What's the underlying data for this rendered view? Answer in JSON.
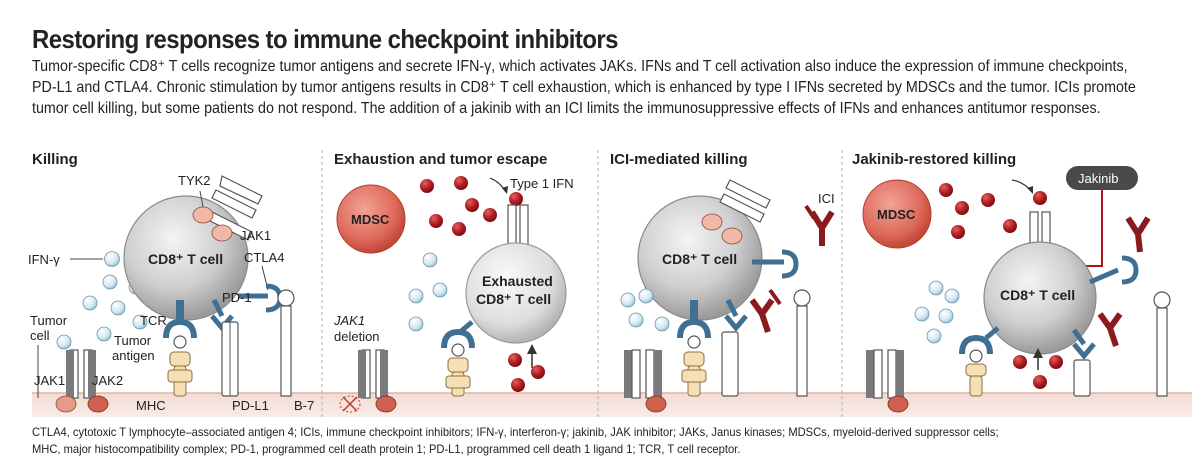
{
  "header": {
    "title": "Restoring responses to immune checkpoint inhibitors",
    "intro_lines": [
      "Tumor-specific CD8⁺ T cells recognize tumor antigens and secrete IFN-γ, which activates JAKs. IFNs and T cell activation also induce the expression of immune checkpoints,",
      "PD-L1 and CTLA4. Chronic stimulation by tumor antigens results in CD8⁺ T cell exhaustion, which is enhanced by type I IFNs secreted by MDSCs and the tumor. ICIs promote",
      "tumor cell killing, but some patients do not respond. The addition of a jakinib with an ICI limits the immunosuppressive effects of IFNs and enhances antitumor responses."
    ]
  },
  "panels": [
    {
      "title": "Killing",
      "cell_label": "CD8⁺ T cell",
      "labels": {
        "tyk2": "TYK2",
        "jak1_top": "JAK1",
        "ifn_gamma": "IFN-γ",
        "ctla4": "CTLA4",
        "pd1": "PD-1",
        "tcr": "TCR",
        "tumor_cell_1": "Tumor",
        "tumor_cell_2": "cell",
        "tumor_antigen_1": "Tumor",
        "tumor_antigen_2": "antigen",
        "jak1_bottom": "JAK1",
        "jak2": "JAK2",
        "mhc": "MHC",
        "pdl1": "PD-L1",
        "b7": "B-7"
      }
    },
    {
      "title": "Exhaustion and tumor escape",
      "mdsc_label": "MDSC",
      "cell_label_1": "Exhausted",
      "cell_label_2": "CD8⁺ T cell",
      "labels": {
        "type1_ifn": "Type 1 IFN",
        "jak1_deletion_1": "JAK1",
        "jak1_deletion_2": "deletion"
      }
    },
    {
      "title": "ICI-mediated killing",
      "cell_label": "CD8⁺ T cell",
      "labels": {
        "ici": "ICI"
      }
    },
    {
      "title": "Jakinib-restored killing",
      "mdsc_label": "MDSC",
      "cell_label": "CD8⁺ T cell",
      "labels": {
        "jakinib": "Jakinib"
      }
    }
  ],
  "footer": {
    "lines": [
      "CTLA4, cytotoxic T lymphocyte–associated antigen 4; ICIs, immune checkpoint inhibitors; IFN-γ, interferon-γ; jakinib, JAK inhibitor; JAKs, Janus kinases; MDSCs, myeloid-derived suppressor cells;",
      "MHC, major histocompatibility complex; PD-1, programmed cell death protein 1; PD-L1, programmed cell death 1 ligand 1; TCR, T cell receptor."
    ]
  },
  "colors": {
    "membrane": "#f1d9d2",
    "membrane_edge": "#d9a99a",
    "ifn_gamma_dot": "#cfe4ef",
    "ifn_type1_dot": "#a8161c",
    "jak": "#e79a8a",
    "pd1_blue": "#3f6f92",
    "ici_antibody": "#8b1a1f",
    "mdsc": "#d85a4a",
    "mhc": "#f6dfb5"
  }
}
